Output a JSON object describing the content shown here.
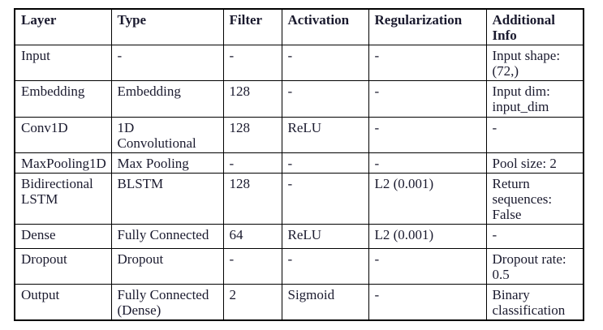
{
  "colors": {
    "background": "#ffffff",
    "border": "#000000",
    "text": "#1a1a2e"
  },
  "table": {
    "headers": [
      "Layer",
      "Type",
      "Filter",
      "Activation",
      "Regularization",
      "Additional\nInfo"
    ],
    "rows": [
      {
        "cells": [
          "Input",
          "-",
          "-",
          "-",
          "-",
          "Input shape:\n(72,)"
        ]
      },
      {
        "cells": [
          "Embedding",
          "Embedding",
          "128",
          "-",
          "-",
          "Input dim:\ninput_dim"
        ]
      },
      {
        "cells": [
          "Conv1D",
          "1D\nConvolutional",
          "128",
          "ReLU",
          "-",
          "-"
        ]
      },
      {
        "cells": [
          "MaxPooling1D",
          "Max Pooling",
          "-",
          "-",
          "-",
          "Pool size: 2"
        ]
      },
      {
        "cells": [
          "Bidirectional\nLSTM",
          "BLSTM",
          "128",
          "-",
          "L2 (0.001)",
          "Return\nsequences:\nFalse"
        ]
      },
      {
        "cells": [
          "Dense",
          "Fully Connected",
          "64",
          "ReLU",
          "L2 (0.001)",
          "-"
        ]
      },
      {
        "cells": [
          "Dropout",
          "Dropout",
          "-",
          "-",
          "-",
          "Dropout rate:\n0.5"
        ]
      },
      {
        "cells": [
          "Output",
          "Fully Connected\n(Dense)",
          "2",
          "Sigmoid",
          "-",
          "Binary\nclassification"
        ]
      }
    ]
  }
}
